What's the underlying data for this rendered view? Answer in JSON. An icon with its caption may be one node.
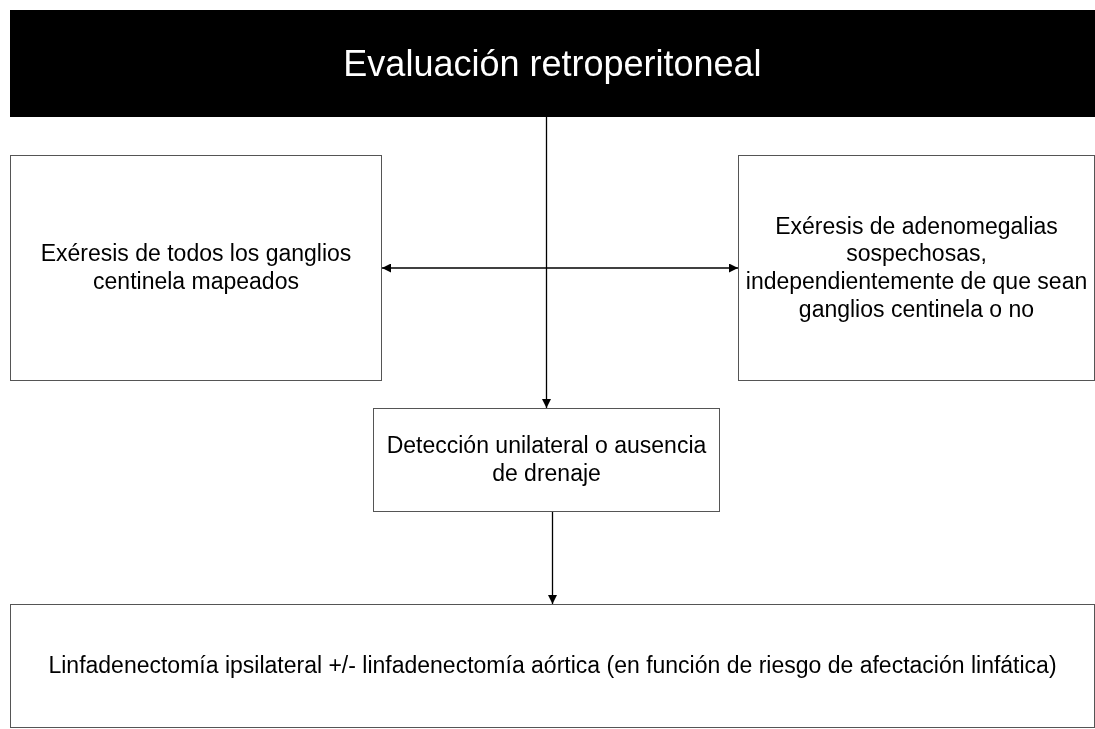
{
  "diagram": {
    "nodes": [
      {
        "text": [
          "Evaluación retroperitoneal"
        ]
      },
      {
        "text": [
          "Exéresis de todos los ganglios centinela mapeados"
        ]
      },
      {
        "text": [
          "Exéresis de adenomegalias sospechosas, independientemente de que sean ganglios centinela o no"
        ]
      },
      {
        "text": [
          "Detección unilateral o ausencia de drenaje"
        ]
      },
      {
        "text": [
          "Linfadenectomía ipsilateral +/- linfadenectomía aórtica (en función de riesgo de afectación linfática)"
        ]
      }
    ],
    "edges": [
      {
        "from": 0,
        "to": 3,
        "arrow": "to"
      },
      {
        "from": 1,
        "to": 2,
        "arrow": "both"
      },
      {
        "from": 3,
        "to": 4,
        "arrow": "to"
      }
    ]
  }
}
